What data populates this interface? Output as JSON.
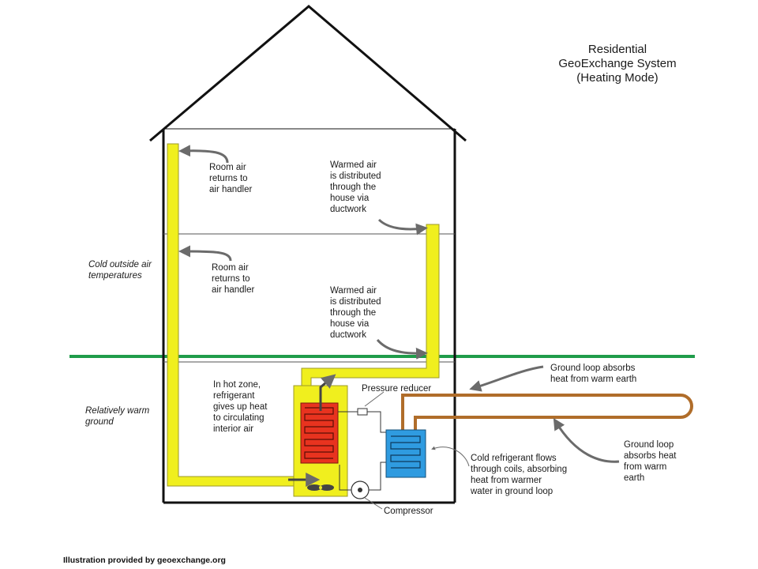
{
  "title": "Residential\nGeoExchange System\n(Heating Mode)",
  "labels": {
    "room_air_upper": "Room air\nreturns to\nair handler",
    "room_air_lower": "Room air\nreturns to\nair handler",
    "warmed_air_upper": "Warmed air\nis distributed\nthrough the\nhouse via\nductwork",
    "warmed_air_lower": "Warmed air\nis distributed\nthrough the\nhouse via\nductwork",
    "cold_outside": "Cold outside air\ntemperatures",
    "warm_ground": "Relatively warm\nground",
    "hot_zone": "In hot zone,\nrefrigerant\ngives up heat\nto circulating\ninterior air",
    "pressure_reducer": "Pressure reducer",
    "ground_loop_top": "Ground loop absorbs\nheat from warm earth",
    "ground_loop_right": "Ground loop\nabsorbs heat\nfrom warm\nearth",
    "cold_refrigerant": "Cold refrigerant flows\nthrough coils, absorbing\nheat from warmer\nwater in ground loop",
    "compressor": "Compressor"
  },
  "credit": "Illustration provided by geoexchange.org",
  "colors": {
    "duct": "#f0ef1e",
    "duct_edge": "#9c9a2a",
    "hot_coil": "#e8331f",
    "cold_coil": "#2f9be0",
    "ground_line": "#1f9c4a",
    "ground_loop": "#b06d2a",
    "arrow": "#6b6b6b",
    "house": "#111111"
  }
}
